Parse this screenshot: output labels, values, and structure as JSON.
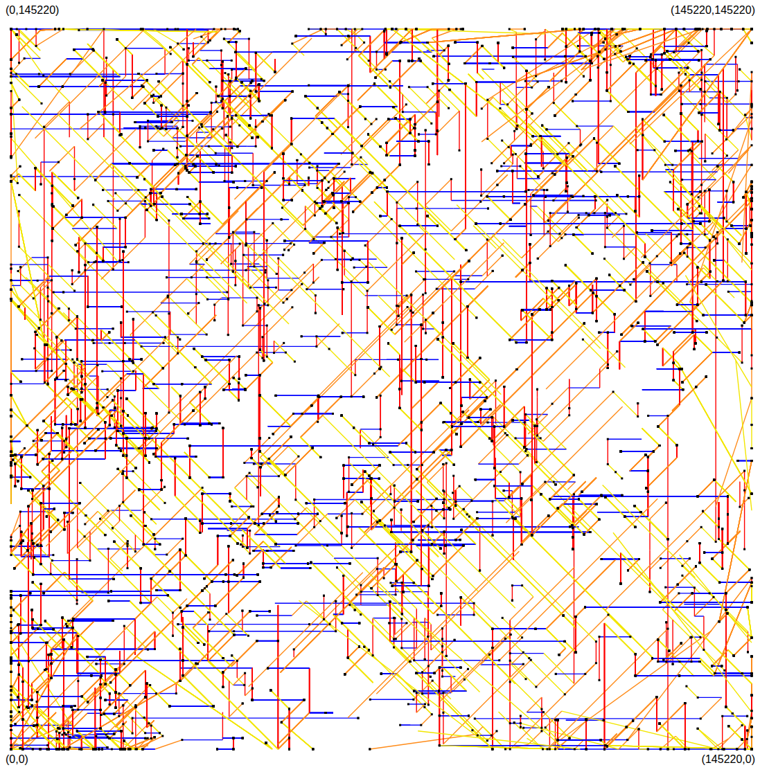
{
  "diagram": {
    "labels": [
      "(0,145220)",
      "(145220,145220)",
      "(0,0)",
      "(145220,0)"
    ]
  }
}
